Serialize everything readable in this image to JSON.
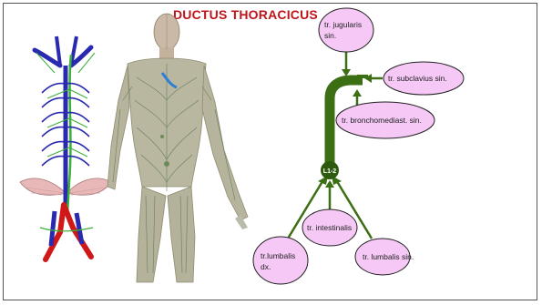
{
  "title": "DUCTUS THORACICUS",
  "nodes": {
    "jugularis": [
      "tr. jugularis",
      "sin."
    ],
    "subclavius": [
      "tr. subclavius sin."
    ],
    "bronchomediast": [
      "tr. bronchomediast.  sin."
    ],
    "level": "L1-2",
    "intestinalis": [
      "tr. intestinalis"
    ],
    "lumbalis_dx": [
      "tr.lumbalis",
      "dx."
    ],
    "lumbalis_sin": [
      "tr. lumbalis  sin."
    ]
  },
  "colors": {
    "title": "#c0141a",
    "duct": "#3c6e14",
    "bubble_fill": "#f5c8f5",
    "bubble_stroke": "#222222",
    "node_fill": "#2d5a0e"
  },
  "illustrations": [
    "lymphatic-vessel-diagram",
    "human-body-lymphatic-system"
  ]
}
